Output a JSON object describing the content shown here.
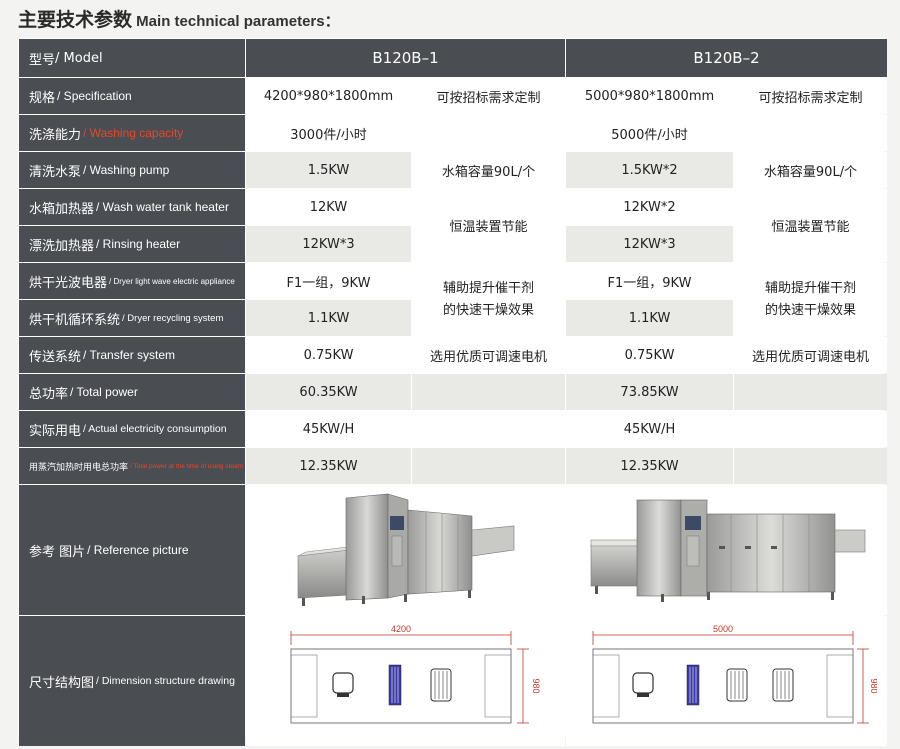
{
  "title": {
    "cn": "主要技术参数",
    "en": " Main technical parameters："
  },
  "header": {
    "model_cn": "型号",
    "model_en": "/ Model",
    "b1": "B120B–1",
    "b2": "B120B–2"
  },
  "rows": {
    "spec": {
      "cn": "规格",
      "en": "/ Specification",
      "b1_value": "4200*980*1800mm",
      "b1_note": "可按招标需求定制",
      "b2_value": "5000*980*1800mm",
      "b2_note": "可按招标需求定制"
    },
    "wash": {
      "cn": "洗涤能力",
      "en": "/ Washing capacity",
      "b1_value": "3000件/小时",
      "b2_value": "5000件/小时"
    },
    "pump": {
      "cn": "清洗水泵",
      "en": "/ Washing pump",
      "b1_value": "1.5KW",
      "b1_note": "水箱容量90L/个",
      "b2_value": "1.5KW*2",
      "b2_note": "水箱容量90L/个"
    },
    "tank": {
      "cn": "水箱加热器",
      "en": "/ Wash water tank heater",
      "b1_value": "12KW",
      "b2_value": "12KW*2"
    },
    "rinse": {
      "cn": "漂洗加热器",
      "en": "/ Rinsing heater",
      "b1_value": "12KW*3",
      "b2_value": "12KW*3"
    },
    "heat_note": "恒温装置节能",
    "dryer": {
      "cn": "烘干光波电器",
      "en": "/ Dryer light wave electric appliance",
      "b1_value": "F1一组，9KW",
      "b2_value": "F1一组，9KW"
    },
    "recycle": {
      "cn": "烘干机循环系统",
      "en": "/ Dryer recycling system",
      "b1_value": "1.1KW",
      "b2_value": "1.1KW"
    },
    "dry_note_1": "辅助提升催干剂",
    "dry_note_2": "的快速干燥效果",
    "transfer": {
      "cn": "传送系统",
      "en": "/ Transfer system",
      "b1_value": "0.75KW",
      "b1_note": "选用优质可调速电机",
      "b2_value": "0.75KW",
      "b2_note": "选用优质可调速电机"
    },
    "power": {
      "cn": "总功率",
      "en": "/ Total power",
      "b1_value": "60.35KW",
      "b2_value": "73.85KW"
    },
    "actual": {
      "cn": "实际用电",
      "en": "/ Actual electricity consumption",
      "b1_value": "45KW/H",
      "b2_value": "45KW/H"
    },
    "steam": {
      "cn": "用蒸汽加热时用电总功率",
      "en": "/ Total power at the time of using steam",
      "b1_value": "12.35KW",
      "b2_value": "12.35KW"
    },
    "picture": {
      "cn": "参考 图片",
      "en": "/ Reference picture"
    },
    "drawing": {
      "cn": "尺寸结构图",
      "en": "/ Dimension structure drawing",
      "b1_length": "4200",
      "b1_height": "980",
      "b2_length": "5000",
      "b2_height": "980"
    }
  },
  "colors": {
    "header_bg": "#4a4d52",
    "accent_red": "#e2492c",
    "shaded_cell": "#e9e9e6",
    "drawing_red": "#c0392b",
    "drawing_blue": "#3a3aa8"
  }
}
